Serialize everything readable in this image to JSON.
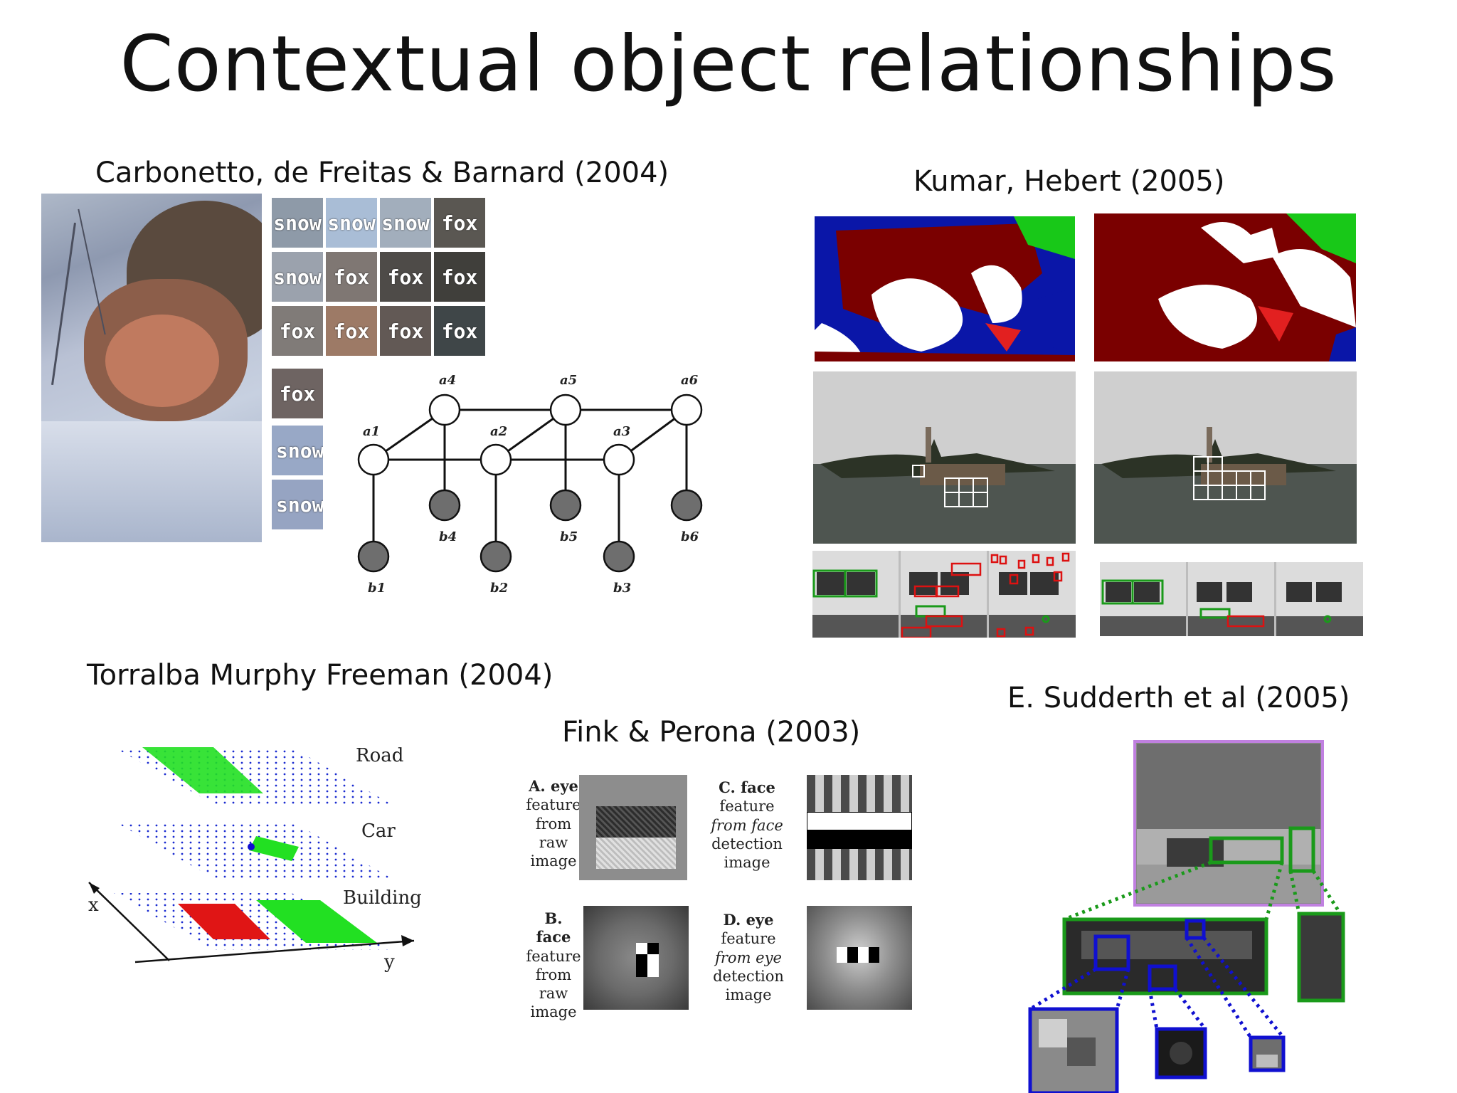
{
  "slide": {
    "title": "Contextual object relationships"
  },
  "sections": {
    "carbonetto": {
      "citation": "Carbonetto, de Freitas & Barnard (2004)",
      "grid": [
        [
          "snow",
          "snow",
          "snow",
          "fox"
        ],
        [
          "snow",
          "fox",
          "fox",
          "fox"
        ],
        [
          "fox",
          "fox",
          "fox",
          "fox"
        ],
        [
          "fox"
        ],
        [
          "snow"
        ],
        [
          "snow"
        ]
      ],
      "top_nodes": [
        "a4",
        "a5",
        "a6"
      ],
      "mid_nodes": [
        "a1",
        "a2",
        "a3"
      ],
      "upper_obs": [
        "b4",
        "b5",
        "b6"
      ],
      "lower_obs": [
        "b1",
        "b2",
        "b3"
      ]
    },
    "kumar": {
      "citation": "Kumar, Hebert (2005)"
    },
    "torralba": {
      "citation": "Torralba Murphy Freeman (2004)",
      "planes": [
        "Road",
        "Car",
        "Building"
      ],
      "axes": {
        "x": "x",
        "y": "y"
      }
    },
    "fink": {
      "citation": "Fink & Perona (2003)",
      "panels": [
        {
          "lines": [
            "A. eye",
            "feature",
            "from",
            "raw",
            "image"
          ]
        },
        {
          "lines": [
            "C. face",
            "feature",
            "from face",
            "detection",
            "image"
          ]
        },
        {
          "lines": [
            "B. face",
            "feature",
            "from",
            "raw",
            "image"
          ]
        },
        {
          "lines": [
            "D. eye",
            "feature",
            "from eye",
            "detection",
            "image"
          ]
        }
      ]
    },
    "sudderth": {
      "citation": "E. Sudderth et al (2005)"
    }
  },
  "colors": {
    "green": "#18c818",
    "dark_red": "#7a0000",
    "blue": "#0a16a8",
    "node_gray": "#6e6e6e",
    "box_green": "#1a9a1a",
    "box_blue": "#1010d0",
    "box_red": "#dd1111",
    "purple": "#c080e0"
  }
}
